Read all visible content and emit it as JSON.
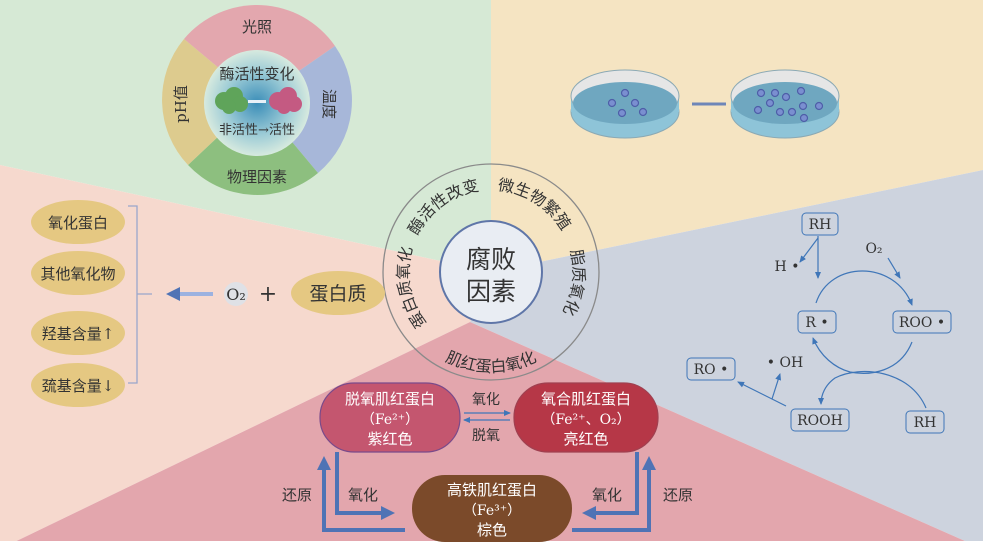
{
  "colors": {
    "green_bg": "#d6e9d5",
    "yellow_bg": "#f5e4c2",
    "blue_bg": "#cdd3de",
    "salmon_bg": "#f6d9ce",
    "pink_bg": "#e3a6ad",
    "arrow_blue": "#4f73b5",
    "deoxy": "#c4566f",
    "oxy": "#b63747",
    "ferri": "#7b4a2a"
  },
  "center": {
    "line1": "腐败",
    "line2": "因素"
  },
  "ring": {
    "protein_oxidation": "蛋白质氧化",
    "enzyme_change": "酶活性改变",
    "microbe_growth": "微生物繁殖",
    "lipid_oxidation": "脂质氧化",
    "myoglobin_oxidation": "肌红蛋白氧化"
  },
  "enzyme_wheel": {
    "top": "光照",
    "right": "温度",
    "bottom": "物理因素",
    "left": "pH值",
    "title": "酶活性变化",
    "transition": "非活性→活性"
  },
  "protein": {
    "products": [
      "氧化蛋白",
      "其他氧化物",
      "羟基含量↑",
      "巯基含量↓"
    ],
    "o2": "O₂",
    "plus": "+",
    "protein": "蛋白质"
  },
  "lipid": {
    "rh_top": "RH",
    "h_radical": "H •",
    "o2": "O₂",
    "r_radical": "R •",
    "roo_radical": "ROO •",
    "ro_radical": "RO •",
    "oh_radical": "• OH",
    "rooh": "ROOH",
    "rh_bottom": "RH"
  },
  "myoglobin": {
    "deoxy": [
      "脱氧肌红蛋白",
      "（Fe²⁺）",
      "紫红色"
    ],
    "oxy": [
      "氧合肌红蛋白",
      "（Fe²⁺、O₂）",
      "亮红色"
    ],
    "ferri": [
      "高铁肌红蛋白",
      "（Fe³⁺）",
      "棕色"
    ],
    "oxidize_top": "氧化",
    "deoxygenate": "脱氧",
    "reduce_left": "还原",
    "oxidize_left": "氧化",
    "oxidize_right": "氧化",
    "reduce_right": "还原"
  }
}
